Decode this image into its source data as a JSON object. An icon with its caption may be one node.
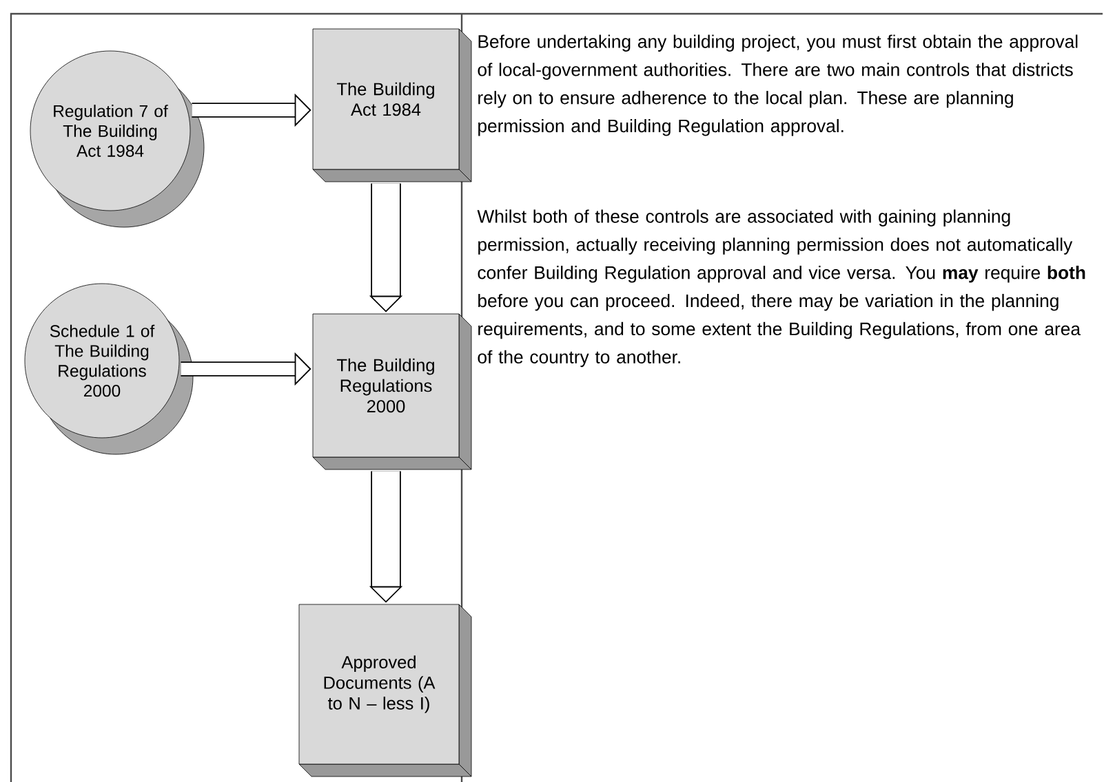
{
  "diagram": {
    "nodes": [
      {
        "text": [
          "Regulation 7 of The Building Act 1984"
        ]
      },
      {
        "text": [
          "The Building Act 1984"
        ]
      },
      {
        "text": [
          "Schedule 1 of The Building Regulations 2000"
        ]
      },
      {
        "text": [
          "The Building Regulations 2000"
        ]
      },
      {
        "text": [
          "Approved Documents (A to N – less I)"
        ]
      }
    ],
    "edges": [
      {
        "from": 0,
        "to": 1,
        "arrow": "to"
      },
      {
        "from": 1,
        "to": 3,
        "arrow": "to",
        "style": "thick"
      },
      {
        "from": 2,
        "to": 3,
        "arrow": "to"
      },
      {
        "from": 3,
        "to": 4,
        "arrow": "to",
        "style": "thick"
      }
    ],
    "labels": [
      "Before undertaking any building project, you must first obtain the approval of local-government authorities. There are two main controls that districts rely on to ensure adherence to the local plan. These are planning permission and Building Regulation approval.",
      "Whilst both of these controls are associated with gaining planning permission, actually receiving planning permission does not automatically confer Building Regulation approval and vice versa. You **may** require **both** before you can proceed. Indeed, there may be variation in the planning requirements, and to some extent the Building Regulations, from one area of the country to another."
    ]
  }
}
